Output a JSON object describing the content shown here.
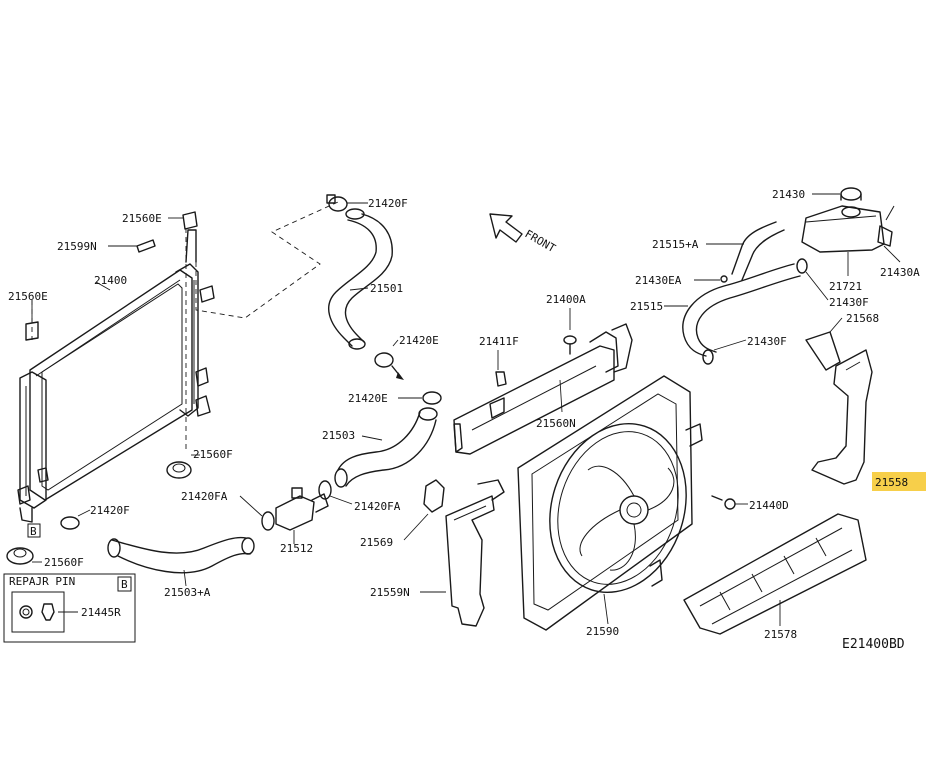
{
  "diagram": {
    "code": "E21400BD",
    "direction_label": "FRONT",
    "repair_pin_box": {
      "title": "REPAJR PIN",
      "badge": "B",
      "part": "21445R"
    },
    "callout_badge": "B",
    "highlight_color": "#f7cf4a",
    "labels": {
      "p21560E_top": "21560E",
      "p21599N": "21599N",
      "p21400": "21400",
      "p21560E_left": "21560E",
      "p21420F_top": "21420F",
      "p21501": "21501",
      "p21420E_mid": "21420E",
      "p21420E_low": "21420E",
      "p21503": "21503",
      "p21560F_right": "21560F",
      "p21420FA_left": "21420FA",
      "p21420F_low": "21420F",
      "p21560F_bottom": "21560F",
      "p21512": "21512",
      "p21503A": "21503+A",
      "p21420FA_right": "21420FA",
      "p21400A": "21400A",
      "p21411F": "21411F",
      "p21560N": "21560N",
      "p21569": "21569",
      "p21559N": "21559N",
      "p21590": "21590",
      "p21440D": "21440D",
      "p21578": "21578",
      "p21430": "21430",
      "p21515A": "21515+A",
      "p21430EA": "21430EA",
      "p21515": "21515",
      "p21721": "21721",
      "p21430A": "21430A",
      "p21430F_top": "21430F",
      "p21430F_low": "21430F",
      "p21568": "21568",
      "p21558": "21558"
    }
  }
}
